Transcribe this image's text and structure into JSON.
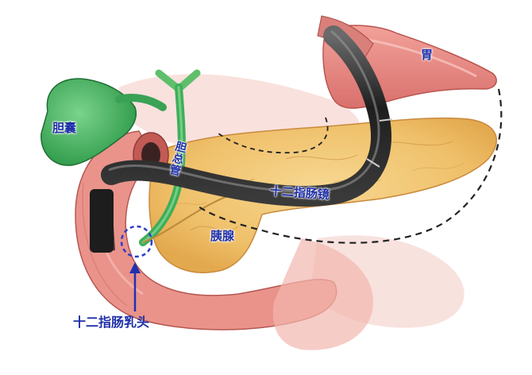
{
  "labels": {
    "gallbladder": "胆囊",
    "stomach": "胃",
    "bile_duct": "胆总管",
    "pancreas": "胰腺",
    "endoscope": "十二指肠镜",
    "papilla": "十二指肠乳头"
  },
  "colors": {
    "label_text": "#1f2fa8",
    "gallbladder": "#3fae5a",
    "stomach": "#e88a86",
    "duodenum": "#e48e86",
    "pancreas": "#f0c46e",
    "endoscope": "#2a2a2a",
    "papilla_ring": "#2e3cc9"
  }
}
